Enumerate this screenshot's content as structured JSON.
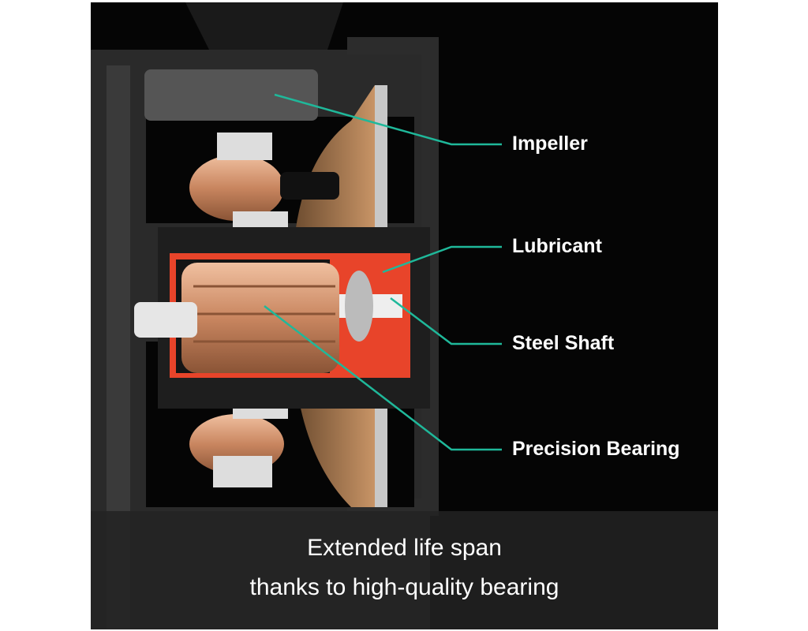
{
  "callouts": [
    {
      "label": "Impeller"
    },
    {
      "label": "Lubricant"
    },
    {
      "label": "Steel Shaft"
    },
    {
      "label": "Precision Bearing"
    }
  ],
  "caption": {
    "line1": "Extended life span",
    "line2": "thanks to high-quality bearing"
  },
  "colors": {
    "leader": "#1fb89a",
    "lubricant": "#e8442a",
    "copper": "#d99a72"
  }
}
